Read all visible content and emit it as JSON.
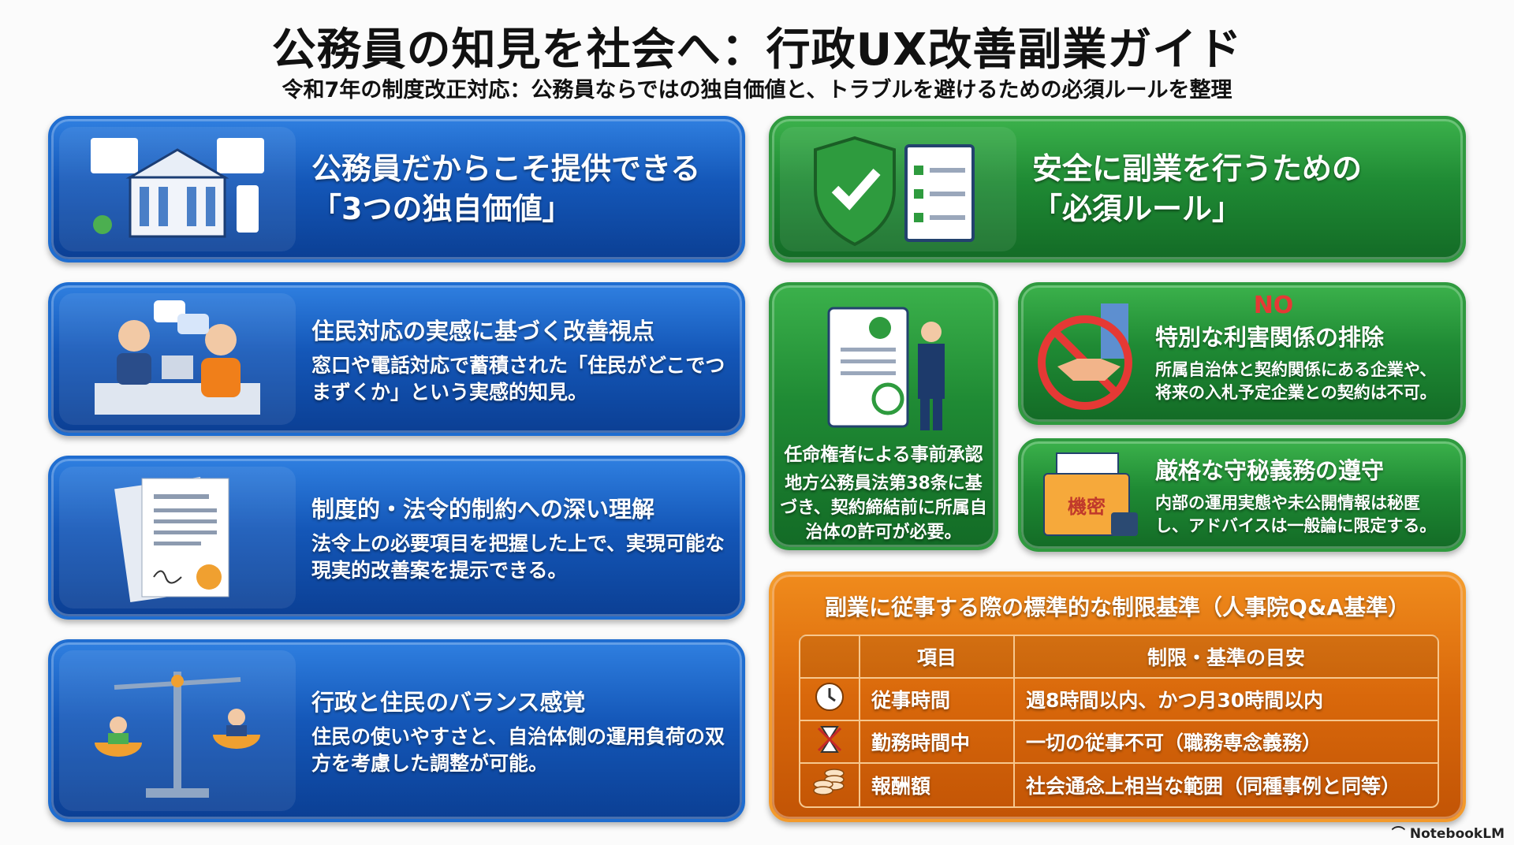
{
  "header": {
    "title": "公務員の知見を社会へ：行政UX改善副業ガイド",
    "subtitle": "令和7年の制度改正対応：公務員ならではの独自価値と、トラブルを避けるための必須ルールを整理"
  },
  "left": {
    "header": {
      "line1": "公務員だからこそ提供できる",
      "line2": "「3つの独自価値」",
      "icon": "city-hall-icon"
    },
    "items": [
      {
        "title": "住民対応の実感に基づく改善視点",
        "body": "窓口や電話対応で蓄積された「住民がどこでつまずくか」という実感的知見。",
        "icon": "counter-service-icon"
      },
      {
        "title": "制度的・法令的制約への深い理解",
        "body": "法令上の必要項目を把握した上で、実現可能な現実的改善案を提示できる。",
        "icon": "legal-document-icon"
      },
      {
        "title": "行政と住民のバランス感覚",
        "body": "住民の使いやすさと、自治体側の運用負荷の双方を考慮した調整が可能。",
        "icon": "balance-scale-icon"
      }
    ]
  },
  "right": {
    "header": {
      "line1": "安全に副業を行うための",
      "line2": "「必須ルール」",
      "icon": "shield-check-icon"
    },
    "approval": {
      "title": "任命権者による事前承認",
      "body": "地方公務員法第38条に基づき、契約締結前に所属自治体の許可が必要。"
    },
    "conflict": {
      "badge": "NO",
      "title": "特別な利害関係の排除",
      "body": "所属自治体と契約関係にある企業や、将来の入札予定企業との契約は不可。"
    },
    "confidential": {
      "label": "機密",
      "title": "厳格な守秘義務の遵守",
      "body": "内部の運用実態や未公開情報は秘匿し、アドバイスは一般論に限定する。"
    },
    "table": {
      "title": "副業に従事する際の標準的な制限基準（人事院Q&A基準）",
      "columns": [
        "項目",
        "制限・基準の目安"
      ],
      "rows": [
        {
          "icon": "clock-icon",
          "item": "従事時間",
          "limit": "週8時間以内、かつ月30時間以内"
        },
        {
          "icon": "no-hourglass-icon",
          "item": "勤務時間中",
          "limit": "一切の従事不可（職務専念義務）"
        },
        {
          "icon": "coins-icon",
          "item": "報酬額",
          "limit": "社会通念上相当な範囲（同種事例と同等）"
        }
      ]
    }
  },
  "brand": "NotebookLM"
}
